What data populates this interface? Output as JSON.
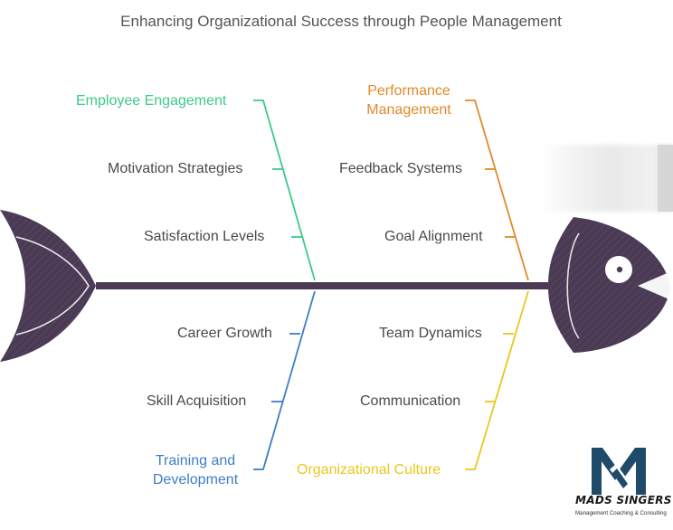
{
  "title": "Enhancing Organizational Success through People Management",
  "colors": {
    "fish": "#4b3a54",
    "engagement": "#3cc98a",
    "performance": "#e08a2a",
    "training": "#3d7fc4",
    "culture": "#e8c81e",
    "brand": "#1f4a6a"
  },
  "categories": {
    "engagement": "Employee Engagement",
    "performance": [
      "Performance",
      "Management"
    ],
    "training": [
      "Training and",
      "Development"
    ],
    "culture": "Organizational Culture"
  },
  "causes": {
    "motivation": "Motivation Strategies",
    "satisfaction": "Satisfaction Levels",
    "feedback": "Feedback Systems",
    "goal": "Goal Alignment",
    "career": "Career Growth",
    "skill": "Skill Acquisition",
    "team": "Team Dynamics",
    "communication": "Communication"
  },
  "brand": {
    "name": "MADS SINGERS",
    "tagline": "Management Coaching & Consulting"
  }
}
